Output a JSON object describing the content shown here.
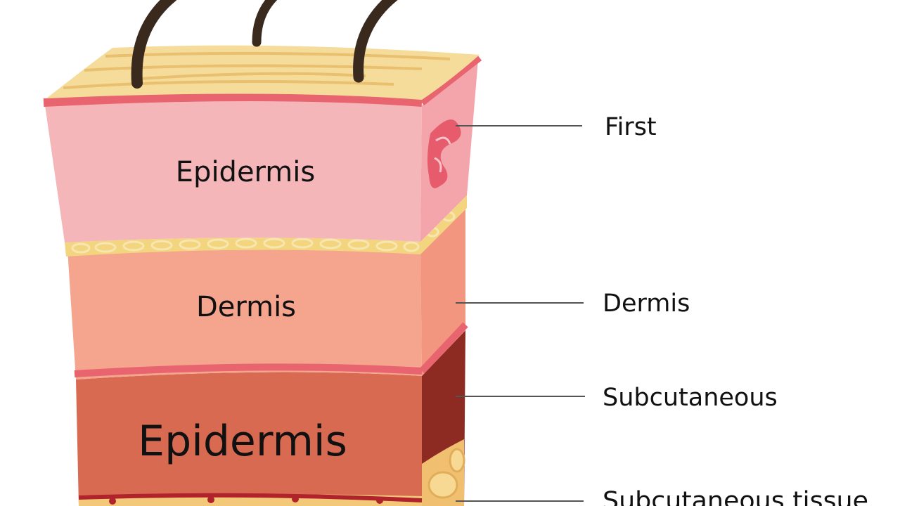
{
  "layers": [
    {
      "id": "top",
      "label": "Epidermis",
      "color": "#f5b6b9"
    },
    {
      "id": "middle",
      "label": "Dermis",
      "color": "#f5a48e"
    },
    {
      "id": "bottom",
      "label": "Epidermis",
      "color": "#d86a52"
    }
  ],
  "callouts": [
    {
      "id": "first",
      "label": "First"
    },
    {
      "id": "dermis",
      "label": "Dermis"
    },
    {
      "id": "subcutaneous",
      "label": "Subcutaneous"
    },
    {
      "id": "subcutaneous-tissue",
      "label": "Subcutaneous tissue"
    }
  ],
  "colors": {
    "surface": "#f6dc9a",
    "surface_line": "#e9c070",
    "border_red": "#e8646f",
    "fat_band": "#f3d57f",
    "hair": "#3a2a1e",
    "side_top": "#f4a4ab",
    "side_middle": "#f3967f",
    "side_bottom": "#8d2a22",
    "leader_line": "#555555"
  }
}
